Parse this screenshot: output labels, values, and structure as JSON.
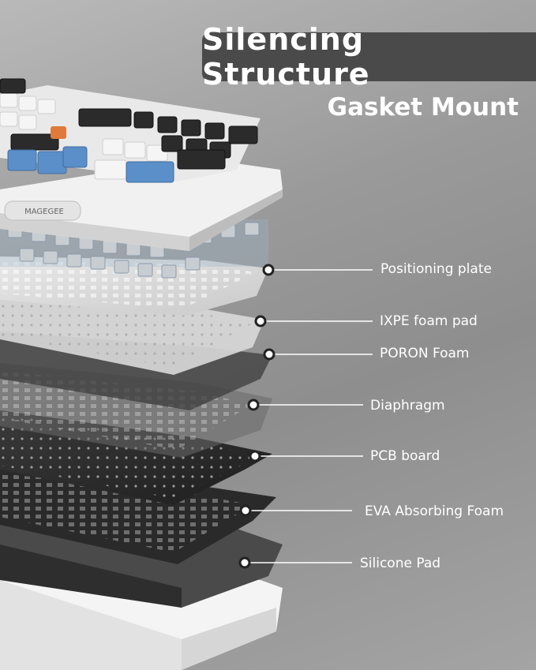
{
  "header": {
    "title": "Silencing Structure",
    "subtitle": "Gasket Mount"
  },
  "layers": [
    {
      "label": "Positioning plate"
    },
    {
      "label": "IXPE foam pad"
    },
    {
      "label": "PORON Foam"
    },
    {
      "label": "Diaphragm"
    },
    {
      "label": "PCB board"
    },
    {
      "label": "EVA Absorbing Foam"
    },
    {
      "label": "Silicone Pad"
    }
  ],
  "keyboard": {
    "brand_text": "MAGEGEE"
  },
  "colors": {
    "banner": "#4a4a4a",
    "text": "#ffffff",
    "accent_blue": "#5b8fc9",
    "accent_orange": "#e07a3a",
    "dark_key": "#2b2b2b",
    "light_key": "#f2f2f2"
  }
}
